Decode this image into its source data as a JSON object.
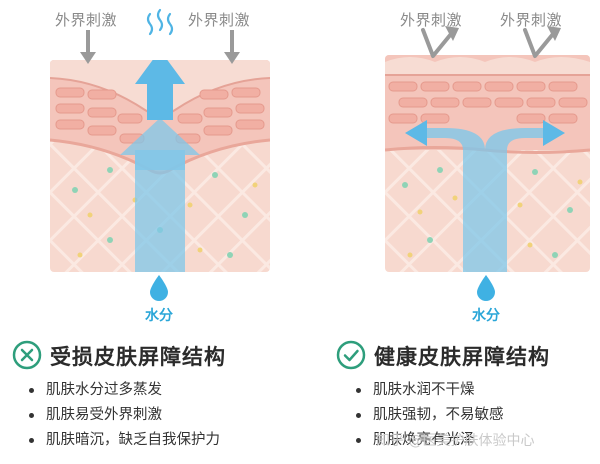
{
  "left_panel": {
    "stimulus_labels": [
      "外界刺激",
      "外界刺激"
    ],
    "water_label": "水分",
    "title": "受损皮肤屏障结构",
    "bullets": [
      "肌肤水分过多蒸发",
      "肌肤易受外界刺激",
      "肌肤暗沉，缺乏自我保护力"
    ],
    "icon": "cross-circle-icon"
  },
  "right_panel": {
    "stimulus_labels": [
      "外界刺激",
      "外界刺激"
    ],
    "water_label": "水分",
    "title": "健康皮肤屏障结构",
    "bullets": [
      "肌肤水润不干燥",
      "肌肤强韧，不易敏感",
      "肌肤焕亮有光泽"
    ],
    "icon": "check-circle-icon"
  },
  "watermark": "知乎 @医美护肤体验中心",
  "colors": {
    "accent_green": "#2e9e7c",
    "water_blue": "#3fb1e3",
    "skin_pink": "#f6d3c9",
    "cell_pink": "#f2b8ae",
    "arrow_gray": "#9a9a9a"
  }
}
